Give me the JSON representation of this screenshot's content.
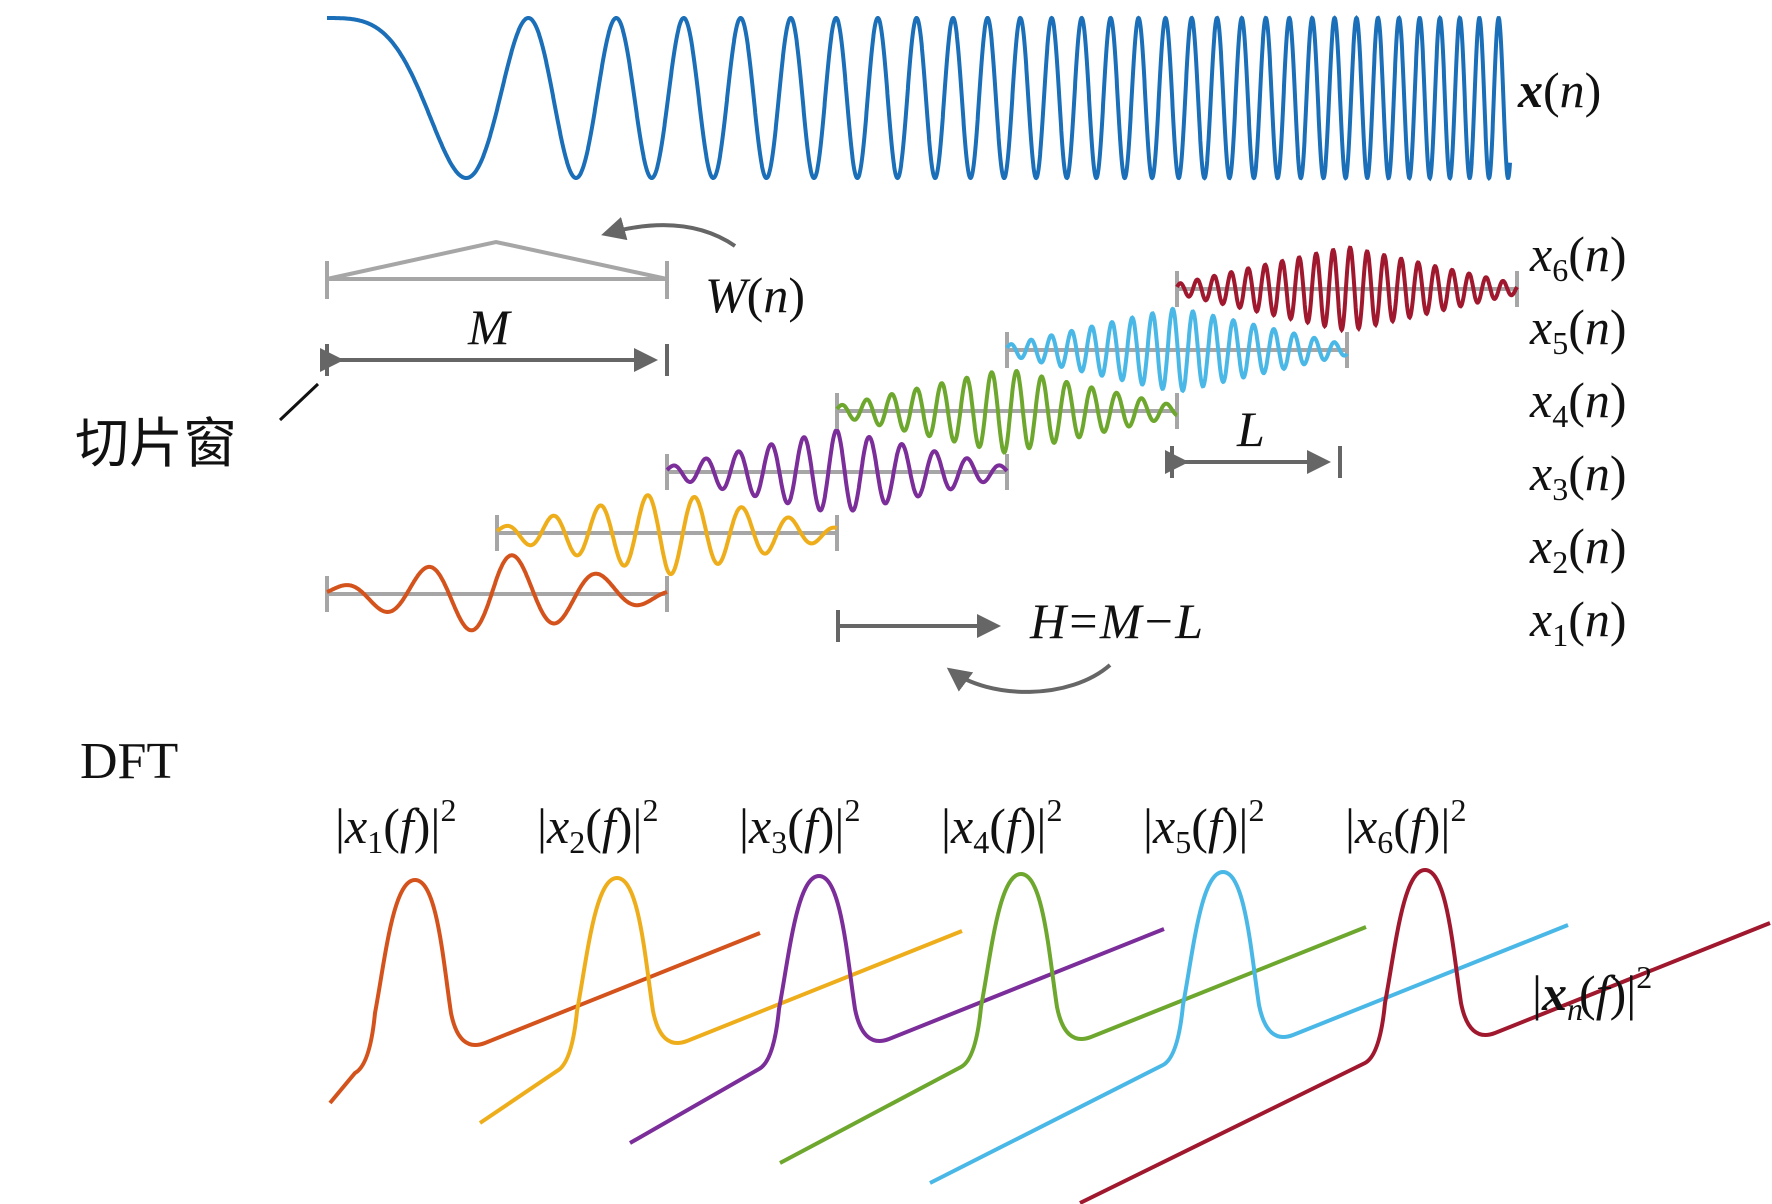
{
  "signal_label": {
    "bold": "x",
    "rest": "(",
    "var": "n",
    "close": ")"
  },
  "window_label": {
    "name": "W",
    "open": "(",
    "var": "n",
    "close": ")"
  },
  "window_length_label": "M",
  "slice_window_label": "切片窗",
  "overlap_label": "L",
  "hop_label": "H=M−L",
  "dft_label": "DFT",
  "segments": [
    {
      "name": "x",
      "sub": "1",
      "color": "#d4531c"
    },
    {
      "name": "x",
      "sub": "2",
      "color": "#eeae1c"
    },
    {
      "name": "x",
      "sub": "3",
      "color": "#7b2d9a"
    },
    {
      "name": "x",
      "sub": "4",
      "color": "#6ea72e"
    },
    {
      "name": "x",
      "sub": "5",
      "color": "#4ab8e6"
    },
    {
      "name": "x",
      "sub": "6",
      "color": "#a0182e"
    }
  ],
  "spectra": [
    {
      "sub": "1"
    },
    {
      "sub": "2"
    },
    {
      "sub": "3"
    },
    {
      "sub": "4"
    },
    {
      "sub": "5"
    },
    {
      "sub": "6"
    }
  ],
  "spectrum_text": {
    "bar": "|",
    "name": "x",
    "arg": "f",
    "exp": "2"
  },
  "combined_spectrum": {
    "bar": "|",
    "name": "x",
    "sub": "n",
    "arg": "f",
    "exp": "2"
  },
  "colors": {
    "signal": "#1a6fb8",
    "window": "#a6a6a6",
    "dimension": "#666666"
  }
}
